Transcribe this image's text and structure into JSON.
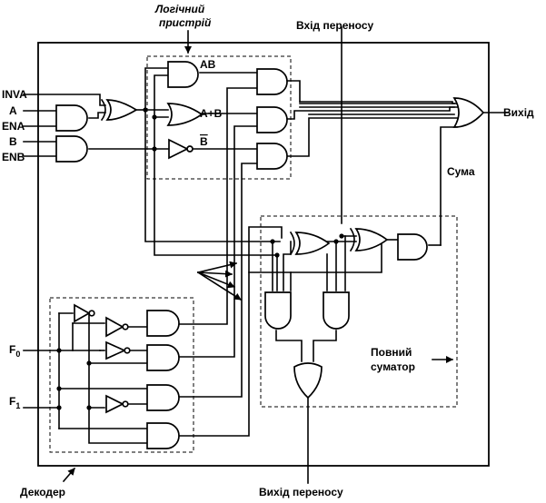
{
  "labels": {
    "logic_unit": [
      "Логічний",
      "пристрій"
    ],
    "carry_in": "Вхід переносу",
    "carry_out": "Вихід переносу",
    "output": "Вихід",
    "sum": "Сума",
    "full_adder": [
      "Повний",
      "суматор"
    ],
    "decoder": "Декодер",
    "and_term": "AB",
    "or_term": "A+B",
    "not_term": "B",
    "inputs": {
      "inva": "INVA",
      "a": "A",
      "ena": "ENA",
      "b": "B",
      "enb": "ENB",
      "f0": "F",
      "f0_sub": "0",
      "f1": "F",
      "f1_sub": "1"
    }
  }
}
